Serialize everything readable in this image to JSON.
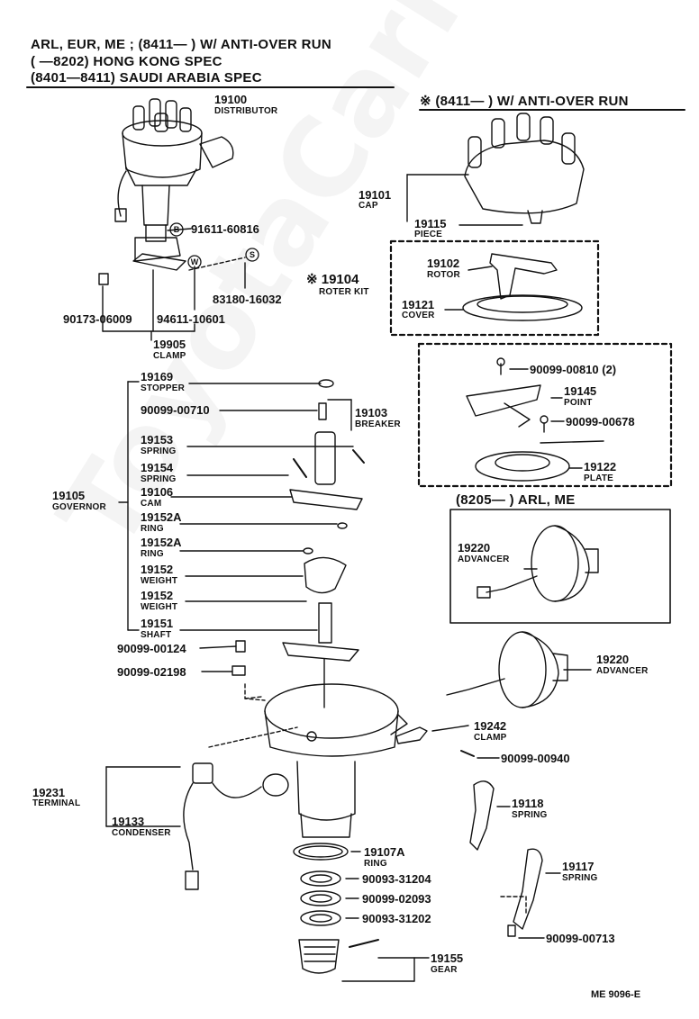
{
  "header": {
    "line1": "ARL, EUR, ME ; (8411—      ) W/ ANTI-OVER RUN",
    "line2": "(      —8202) HONG  KONG  SPEC",
    "line3": "(8401—8411) SAUDI  ARABIA  SPEC"
  },
  "right_header": "※ (8411—        ) W/ ANTI-OVER RUN",
  "sub_header": "(8205—        ) ARL, ME",
  "footer": "ME  9096-E",
  "watermark": "ToyotaCarMine.ru",
  "circle_marks": {
    "b": "B",
    "w": "W",
    "s": "S"
  },
  "parts": {
    "p19100": {
      "num": "19100",
      "name": "DISTRIBUTOR"
    },
    "p91611": {
      "num": "91611-60816"
    },
    "p83180": {
      "num": "83180-16032"
    },
    "p90173": {
      "num": "90173-06009"
    },
    "p94611": {
      "num": "94611-10601"
    },
    "p19905": {
      "num": "19905",
      "name": "CLAMP"
    },
    "p19101": {
      "num": "19101",
      "name": "CAP"
    },
    "p19115": {
      "num": "19115",
      "name": "PIECE"
    },
    "p19104": {
      "num": "※ 19104",
      "name": "ROTER KIT"
    },
    "p19102": {
      "num": "19102",
      "name": "ROTOR"
    },
    "p19121": {
      "num": "19121",
      "name": "COVER"
    },
    "p90099_00810": {
      "num": "90099-00810 (2)"
    },
    "p19145": {
      "num": "19145",
      "name": "POINT"
    },
    "p90099_00678": {
      "num": "90099-00678"
    },
    "p19103": {
      "num": "19103",
      "name": "BREAKER"
    },
    "p19122": {
      "num": "19122",
      "name": "PLATE"
    },
    "p19169": {
      "num": "19169",
      "name": "STOPPER"
    },
    "p90099_00710": {
      "num": "90099-00710"
    },
    "p19153": {
      "num": "19153",
      "name": "SPRING"
    },
    "p19154": {
      "num": "19154",
      "name": "SPRING"
    },
    "p19105": {
      "num": "19105",
      "name": "GOVERNOR"
    },
    "p19106": {
      "num": "19106",
      "name": "CAM"
    },
    "p19152A_1": {
      "num": "19152A",
      "name": "RING"
    },
    "p19152A_2": {
      "num": "19152A",
      "name": "RING"
    },
    "p19152_1": {
      "num": "19152",
      "name": "WEIGHT"
    },
    "p19152_2": {
      "num": "19152",
      "name": "WEIGHT"
    },
    "p19151": {
      "num": "19151",
      "name": "SHAFT"
    },
    "p90099_00124": {
      "num": "90099-00124"
    },
    "p90099_02198": {
      "num": "90099-02198"
    },
    "p19220_a": {
      "num": "19220",
      "name": "ADVANCER"
    },
    "p19220_b": {
      "num": "19220",
      "name": "ADVANCER"
    },
    "p19242": {
      "num": "19242",
      "name": "CLAMP"
    },
    "p90099_00940": {
      "num": "90099-00940"
    },
    "p19231": {
      "num": "19231",
      "name": "TERMINAL"
    },
    "p19133": {
      "num": "19133",
      "name": "CONDENSER"
    },
    "p19118": {
      "num": "19118",
      "name": "SPRING"
    },
    "p19107A": {
      "num": "19107A",
      "name": "RING"
    },
    "p90093_31204": {
      "num": "90093-31204"
    },
    "p90099_02093": {
      "num": "90099-02093"
    },
    "p90093_31202": {
      "num": "90093-31202"
    },
    "p19117": {
      "num": "19117",
      "name": "SPRING"
    },
    "p90099_00713": {
      "num": "90099-00713"
    },
    "p19155": {
      "num": "19155",
      "name": "GEAR"
    }
  }
}
